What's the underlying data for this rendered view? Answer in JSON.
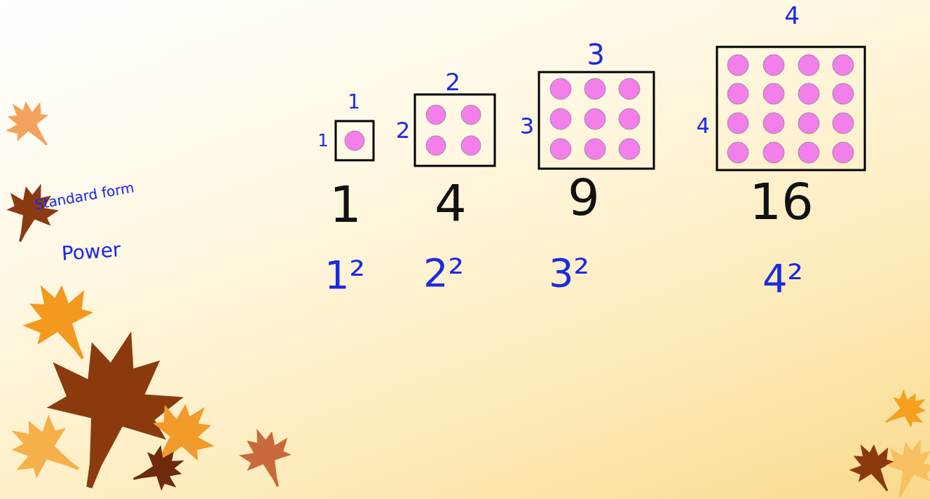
{
  "diagram": {
    "labels": [
      "1",
      "1",
      "2",
      "2",
      "3",
      "3",
      "4",
      "4",
      "1",
      "4",
      "9",
      "16",
      "Standard form",
      "Power",
      "1²",
      "2²",
      "3²",
      "4²"
    ]
  }
}
